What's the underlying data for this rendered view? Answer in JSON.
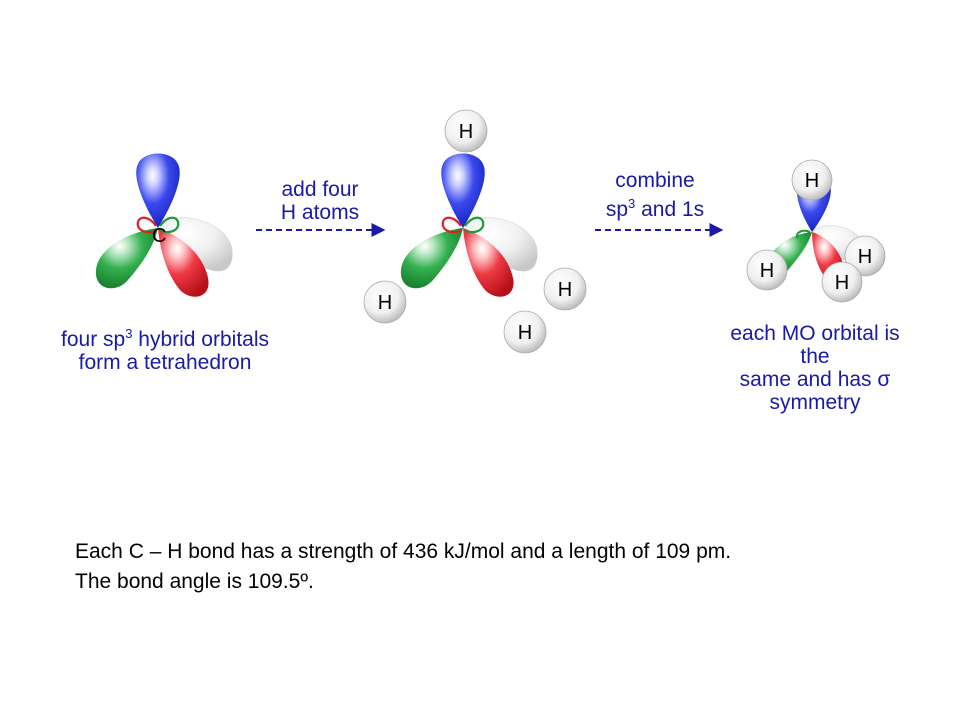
{
  "colors": {
    "label_blue": "#1a1aa6",
    "lobe_blue": "#1f2fd8",
    "lobe_green": "#1e9a3a",
    "lobe_red": "#e21f2a",
    "lobe_white": "#e6e6e6",
    "ring_red": "#e02020",
    "ring_green": "#1f9a3a",
    "arrow": "#1a1aa6"
  },
  "panel_left": {
    "atom_label": "C",
    "caption_line1_pre": "four sp",
    "caption_line1_sup": "3",
    "caption_line1_post": " hybrid orbitals",
    "caption_line2": "form a tetrahedron"
  },
  "arrow_1": {
    "line1": "add four",
    "line2": "H atoms"
  },
  "panel_middle": {
    "h_labels": [
      "H",
      "H",
      "H",
      "H"
    ]
  },
  "arrow_2": {
    "line1": "combine",
    "line2_pre": "sp",
    "line2_sup": "3",
    "line2_post": " and 1s"
  },
  "panel_right": {
    "h_labels": [
      "H",
      "H",
      "H",
      "H"
    ],
    "caption_lines": [
      "each MO orbital is",
      "the",
      "same and has σ",
      "symmetry"
    ]
  },
  "footer": {
    "line1": "Each C – H bond has a strength of 436 kJ/mol and a length of 109 pm.",
    "line2": "The bond angle is 109.5º."
  }
}
